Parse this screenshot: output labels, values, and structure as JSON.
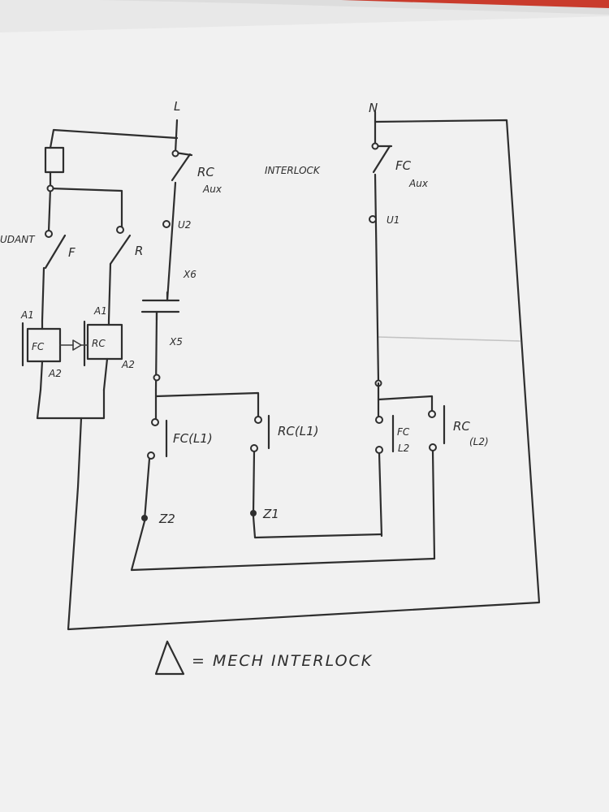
{
  "diagram": {
    "labels": {
      "line": "L",
      "neutral": "N",
      "rc_aux_contact": "RC",
      "rc_aux_sub": "Aux",
      "interlock": "INTERLOCK",
      "fc_aux_contact": "FC",
      "fc_aux_sub": "Aux",
      "u2": "U2",
      "u1": "U1",
      "x6": "X6",
      "x5": "X5",
      "pendant": "UDANT",
      "forward_button": "F",
      "reverse_button": "R",
      "fc_a1": "A1",
      "rc_a1": "A1",
      "fc_coil": "FC",
      "rc_coil": "RC",
      "fc_a2": "A2",
      "rc_a2": "A2",
      "fc_l1_contact": "FC(L1)",
      "rc_l1_contact": "RC(L1)",
      "fc_l2_contact": "FC",
      "fc_l2_sub": "L2",
      "rc_l2_contact": "RC",
      "rc_l2_sub": "(L2)",
      "z2": "Z2",
      "z1": "Z1",
      "legend": "= MECH INTERLOCK"
    }
  }
}
